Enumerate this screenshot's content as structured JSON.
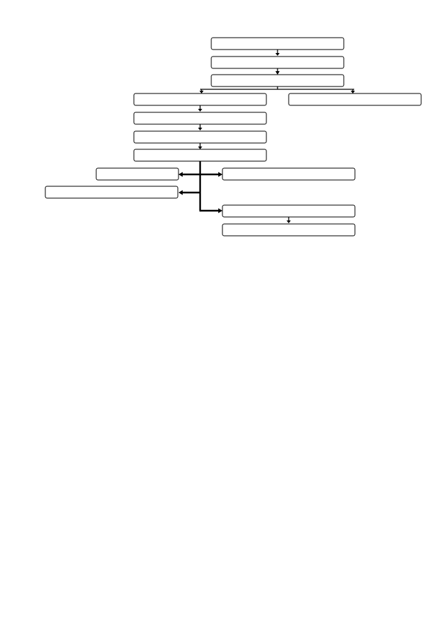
{
  "diagram": {
    "type": "flowchart",
    "colors": {
      "background": "#ffffff",
      "box_fill": "#ffffff",
      "line": "#000000"
    },
    "nodes": [
      {
        "id": "n1",
        "label": ""
      },
      {
        "id": "n2",
        "label": ""
      },
      {
        "id": "n3",
        "label": ""
      },
      {
        "id": "n4",
        "label": ""
      },
      {
        "id": "n5",
        "label": ""
      },
      {
        "id": "n6",
        "label": ""
      },
      {
        "id": "n7",
        "label": ""
      },
      {
        "id": "n8",
        "label": ""
      },
      {
        "id": "n9",
        "label": ""
      },
      {
        "id": "n10",
        "label": ""
      },
      {
        "id": "n11",
        "label": ""
      },
      {
        "id": "n12",
        "label": ""
      },
      {
        "id": "n13",
        "label": ""
      }
    ],
    "edges": [
      {
        "from": "n1",
        "to": "n2"
      },
      {
        "from": "n2",
        "to": "n3"
      },
      {
        "from": "n3",
        "to": "n4"
      },
      {
        "from": "n3",
        "to": "n5"
      },
      {
        "from": "n4",
        "to": "n6"
      },
      {
        "from": "n6",
        "to": "n7"
      },
      {
        "from": "n7",
        "to": "n8"
      },
      {
        "from": "n8",
        "to": "n9"
      },
      {
        "from": "n8",
        "to": "n10"
      },
      {
        "from": "n8",
        "to": "n11"
      },
      {
        "from": "n8",
        "to": "n12"
      },
      {
        "from": "n12",
        "to": "n13"
      }
    ]
  }
}
